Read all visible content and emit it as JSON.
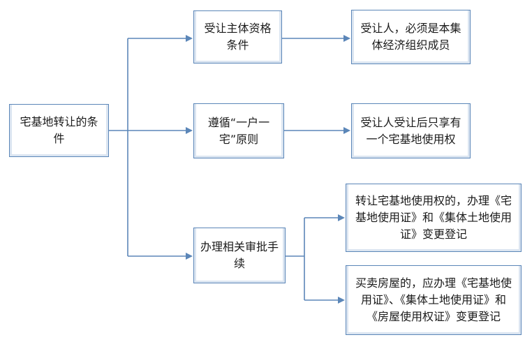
{
  "colors": {
    "line": "#5b86b8",
    "box_border": "#5b86b8",
    "box_shade": "#dbe5f1",
    "text": "#1a1a1a"
  },
  "nodes": {
    "root": "宅基地转让的条件",
    "cond1": "受让主体资格条件",
    "cond2": "遵循“一户一宅”原则",
    "cond3": "办理相关审批手续",
    "detail1": "受让人，必须是本集体经济组织成员",
    "detail2": "受让人受让后只享有一个宅基地使用权",
    "detail3a": "转让宅基地使用权的，办理《宅基地使用证》和《集体土地使用证》变更登记",
    "detail3b": "买卖房屋的，应办理《宅基地使用证》、《集体土地使用证》和《房屋使用权证》变更登记"
  }
}
